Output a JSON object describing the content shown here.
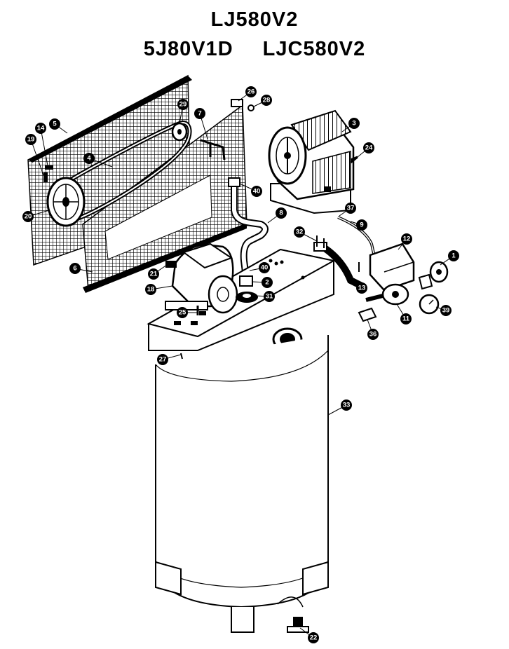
{
  "title": {
    "line1": "LJ580V2",
    "line2_left": "5J80V1D",
    "line2_right": "LJC580V2"
  },
  "callouts": [
    {
      "id": "c1",
      "label": "1"
    },
    {
      "id": "c2",
      "label": "2"
    },
    {
      "id": "c3",
      "label": "3"
    },
    {
      "id": "c4",
      "label": "4"
    },
    {
      "id": "c5",
      "label": "5"
    },
    {
      "id": "c6",
      "label": "6"
    },
    {
      "id": "c7",
      "label": "7"
    },
    {
      "id": "c8",
      "label": "8"
    },
    {
      "id": "c9",
      "label": "9"
    },
    {
      "id": "c11",
      "label": "11"
    },
    {
      "id": "c12",
      "label": "12"
    },
    {
      "id": "c13",
      "label": "13"
    },
    {
      "id": "c14",
      "label": "14"
    },
    {
      "id": "c18",
      "label": "18"
    },
    {
      "id": "c19",
      "label": "19"
    },
    {
      "id": "c20",
      "label": "20"
    },
    {
      "id": "c21",
      "label": "21"
    },
    {
      "id": "c22",
      "label": "22"
    },
    {
      "id": "c24",
      "label": "24"
    },
    {
      "id": "c25",
      "label": "25"
    },
    {
      "id": "c26",
      "label": "26"
    },
    {
      "id": "c27",
      "label": "27"
    },
    {
      "id": "c28",
      "label": "28"
    },
    {
      "id": "c29",
      "label": "29"
    },
    {
      "id": "c31",
      "label": "31"
    },
    {
      "id": "c32",
      "label": "32"
    },
    {
      "id": "c33",
      "label": "33"
    },
    {
      "id": "c36",
      "label": "36"
    },
    {
      "id": "c37",
      "label": "37"
    },
    {
      "id": "c39",
      "label": "39"
    },
    {
      "id": "c40a",
      "label": "40"
    },
    {
      "id": "c40b",
      "label": "40"
    }
  ]
}
